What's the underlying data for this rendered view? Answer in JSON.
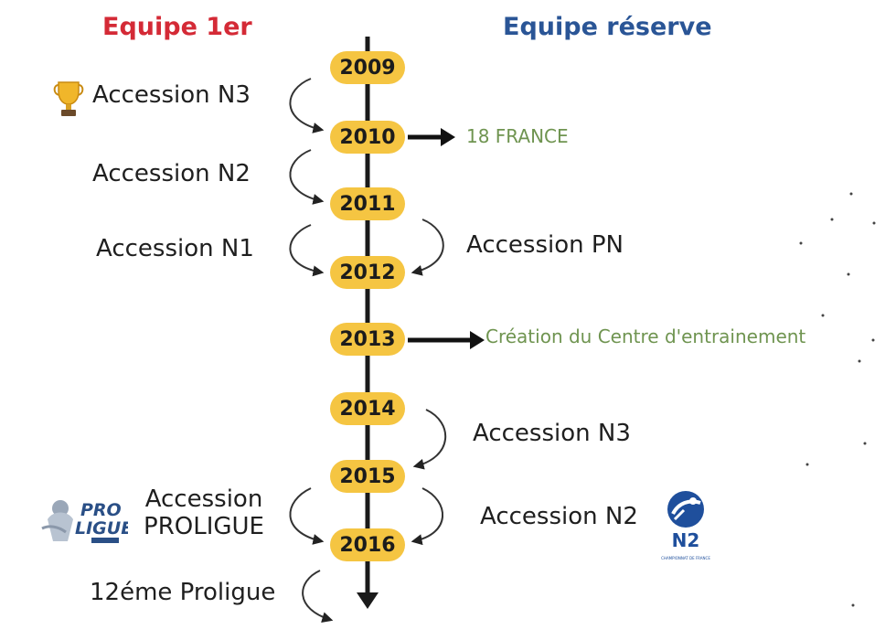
{
  "headers": {
    "left": "Equipe 1er",
    "right": "Equipe réserve"
  },
  "years": [
    "2009",
    "2010",
    "2011",
    "2012",
    "2013",
    "2014",
    "2015",
    "2016"
  ],
  "left_events": [
    {
      "label": "Accession N3",
      "icon": "trophy-icon"
    },
    {
      "label": "Accession N2"
    },
    {
      "label": "Accession N1"
    },
    {
      "label_line1": "Accession",
      "label_line2": "PROLIGUE",
      "icon": "proligue-logo"
    },
    {
      "label": "12éme Proligue"
    }
  ],
  "right_events": [
    {
      "label": "Accession PN"
    },
    {
      "label": "Accession N3"
    },
    {
      "label": "Accession N2",
      "icon": "n2-logo"
    }
  ],
  "notes": [
    {
      "label": "18 FRANCE"
    },
    {
      "label": "Création du Centre d'entrainement"
    }
  ],
  "logos": {
    "proligue_top": "PRO",
    "proligue_bottom": "LIGUE",
    "n2_text": "N2",
    "n2_small": "CHAMPIONNAT DE FRANCE"
  },
  "colors": {
    "header_left": "#d42a36",
    "header_right": "#2a5596",
    "pill": "#f5c542",
    "note": "#6f9450",
    "axis": "#1a1a1a"
  }
}
